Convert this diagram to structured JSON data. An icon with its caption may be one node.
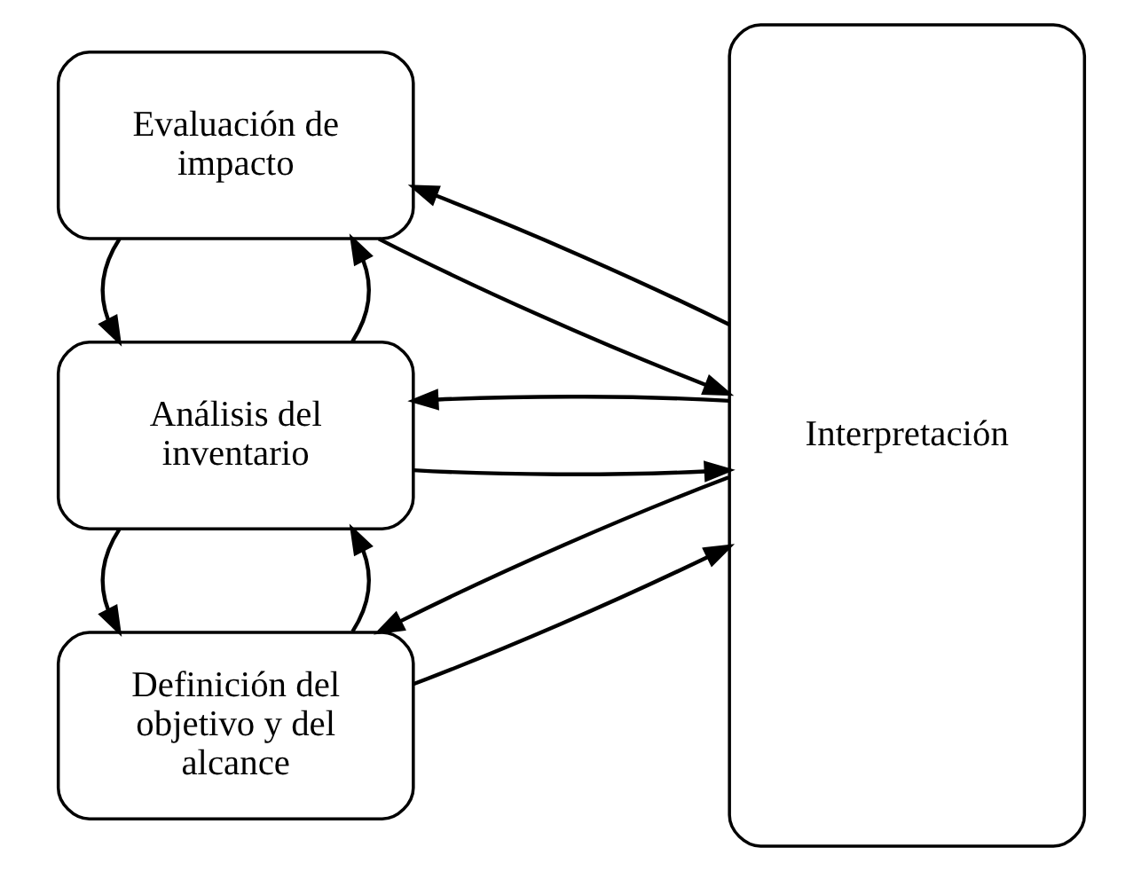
{
  "diagram": {
    "nodes": [
      {
        "text": [
          "Definición del objetivo y del alcance"
        ]
      },
      {
        "text": [
          "Análisis del inventario"
        ]
      },
      {
        "text": [
          "Evaluación de impacto"
        ]
      },
      {
        "text": [
          "Interpretación"
        ]
      }
    ],
    "edges": [
      {
        "from": 0,
        "to": 3,
        "arrow": "to"
      },
      {
        "from": 3,
        "to": 0,
        "arrow": "to"
      },
      {
        "from": 0,
        "to": 1,
        "arrow": "to"
      },
      {
        "from": 1,
        "to": 0,
        "arrow": "to"
      },
      {
        "from": 1,
        "to": 3,
        "arrow": "to"
      },
      {
        "from": 3,
        "to": 1,
        "arrow": "to"
      },
      {
        "from": 1,
        "to": 2,
        "arrow": "to"
      },
      {
        "from": 2,
        "to": 1,
        "arrow": "to"
      },
      {
        "from": 2,
        "to": 3,
        "arrow": "to"
      },
      {
        "from": 3,
        "to": 2,
        "arrow": "to"
      }
    ]
  }
}
